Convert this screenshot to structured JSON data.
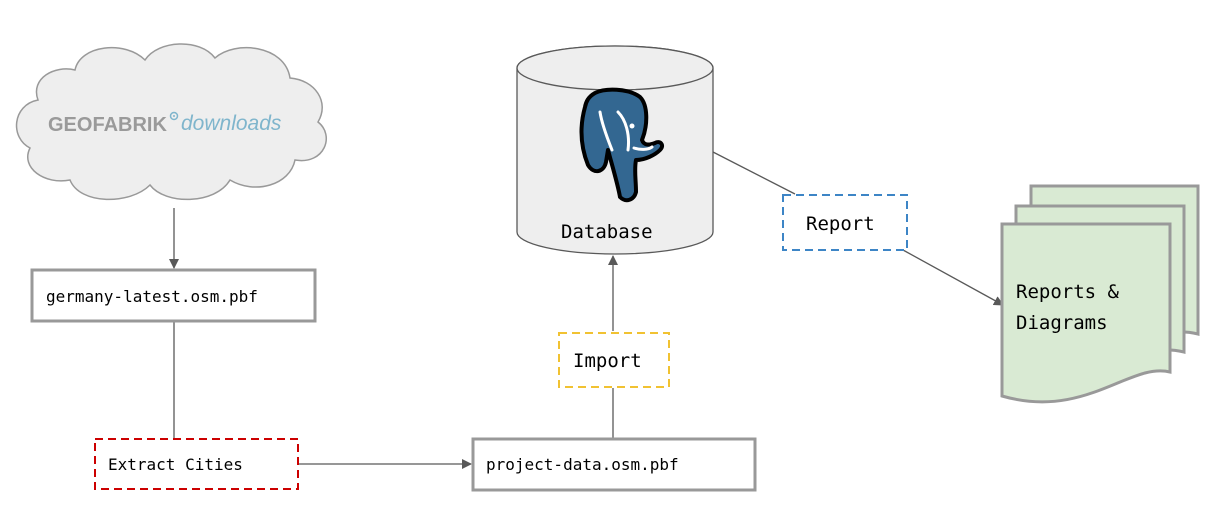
{
  "colors": {
    "box_stroke": "#999999",
    "cloud_fill": "#eeeeee",
    "cylinder_fill": "#eeeeee",
    "extract_dash": "#cc0000",
    "import_dash": "#f1c232",
    "report_dash": "#3d85c6",
    "docs_fill": "#d9ead3",
    "edge": "#595959",
    "pg_blue": "#336791",
    "geofabrik_grey": "#9a9a9a",
    "downloads_blue": "#7fb5cc"
  },
  "nodes": {
    "source": {
      "brand": "GEOFABRIK",
      "brand_sub": "downloads",
      "icon": "cloud-icon"
    },
    "germany_file": {
      "label": "germany-latest.osm.pbf"
    },
    "extract": {
      "label": "Extract Cities"
    },
    "project_file": {
      "label": "project-data.osm.pbf"
    },
    "import": {
      "label": "Import"
    },
    "database": {
      "label": "Database",
      "icon": "postgresql-elephant-icon"
    },
    "report": {
      "label": "Report"
    },
    "outputs": {
      "label_line1": "Reports &",
      "label_line2": "Diagrams",
      "icon": "document-stack-icon"
    }
  }
}
